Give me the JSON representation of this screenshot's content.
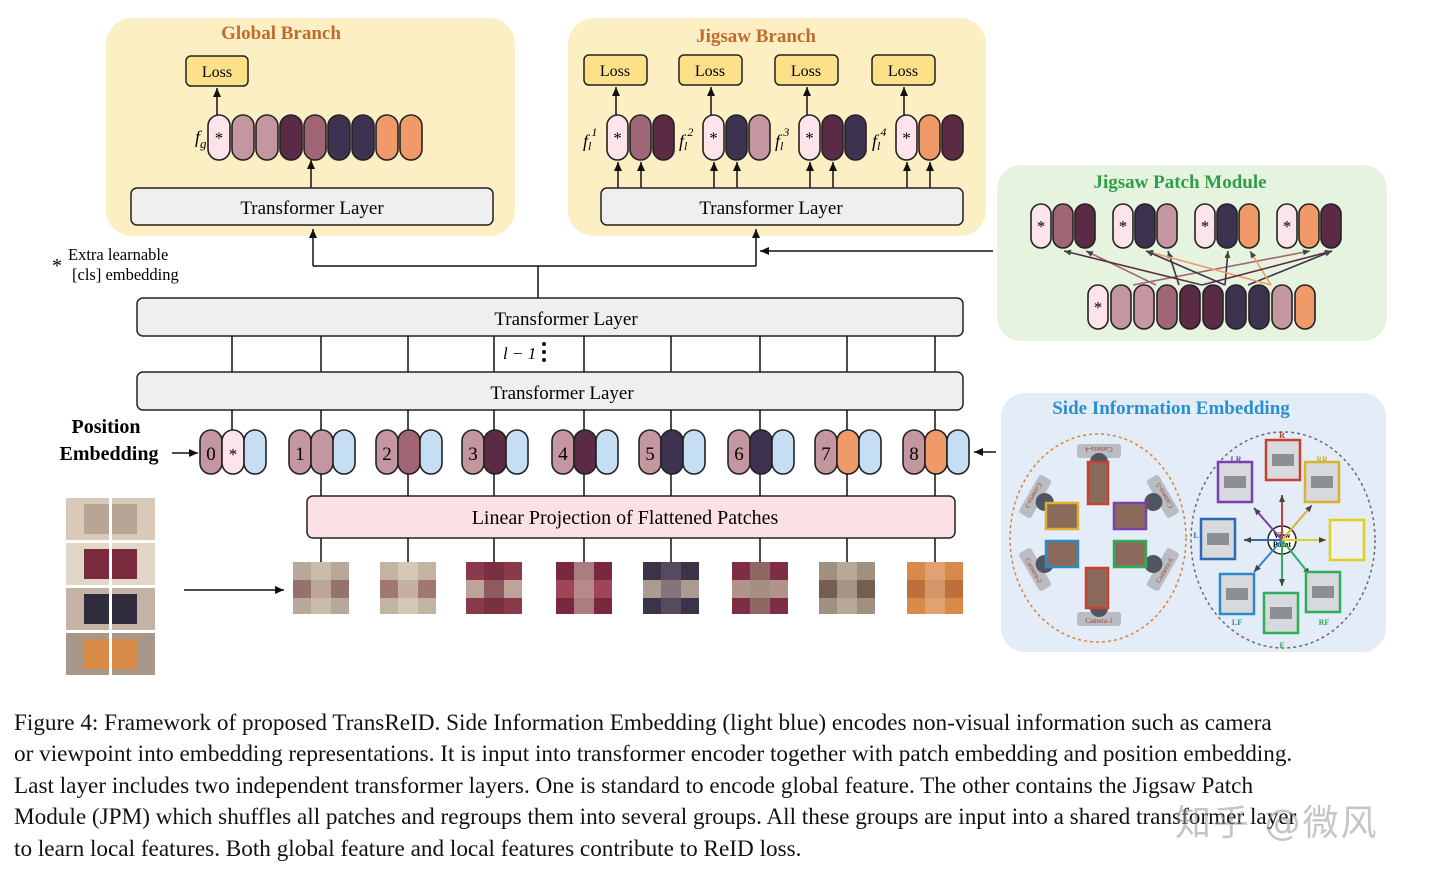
{
  "figure": {
    "global_branch": {
      "title": "Global Branch",
      "loss": "Loss",
      "feature_label": "f",
      "feature_sub": "g",
      "layer": "Transformer Layer"
    },
    "jigsaw_branch": {
      "title": "Jigsaw Branch",
      "loss": "Loss",
      "feature_label": "f",
      "feature_sub": "l",
      "sups": [
        "1",
        "2",
        "3",
        "4"
      ],
      "layer": "Transformer Layer"
    },
    "jigsaw_module": {
      "title": "Jigsaw Patch Module"
    },
    "cls_note": {
      "star": "*",
      "line1": "Extra learnable",
      "line2": "[cls] embedding"
    },
    "encoder": {
      "top_layer": "Transformer Layer",
      "bottom_layer": "Transformer Layer",
      "depth_label": "l − 1"
    },
    "position": {
      "line1": "Position",
      "line2": "Embedding",
      "indices": [
        "0",
        "1",
        "2",
        "3",
        "4",
        "5",
        "6",
        "7",
        "8"
      ]
    },
    "linear_projection": "Linear Projection of Flattened Patches",
    "side_info": {
      "title": "Side Information Embedding",
      "cameras": [
        "Camera-1",
        "Camera-2",
        "Camera-3",
        "Camera-4",
        "Camera-5",
        "Camera-6"
      ],
      "viewpoints": [
        "R",
        "RR",
        "L",
        "LR",
        "LF",
        "F",
        "RF"
      ],
      "center_label1": "View",
      "center_label2": "Point"
    },
    "cls_symbol": "*",
    "colors": {
      "cls": "#fde4ea",
      "c1": "#c4969f",
      "c2": "#a06676",
      "c3": "#5b2a44",
      "c4": "#3d3350",
      "c5": "#f09a6a",
      "sie": "#c5def3",
      "module_bg": "#fcefc4",
      "jpm_bg": "#e6f3df",
      "sie_bg": "#e3ecf7"
    }
  },
  "caption": {
    "lines": [
      "Figure 4: Framework of proposed TransReID. Side Information Embedding (light blue) encodes non-visual information such as camera",
      "or viewpoint into embedding representations. It is input into transformer encoder together with patch embedding and position embedding.",
      "Last layer includes two independent transformer layers. One is standard to encode global feature. The other contains the Jigsaw Patch",
      "Module (JPM) which shuffles all patches and regroups them into several groups. All these groups are input into a shared transformer layer",
      "to learn local features. Both global feature and local features contribute to ReID loss."
    ]
  },
  "watermark": "知乎 @微风"
}
